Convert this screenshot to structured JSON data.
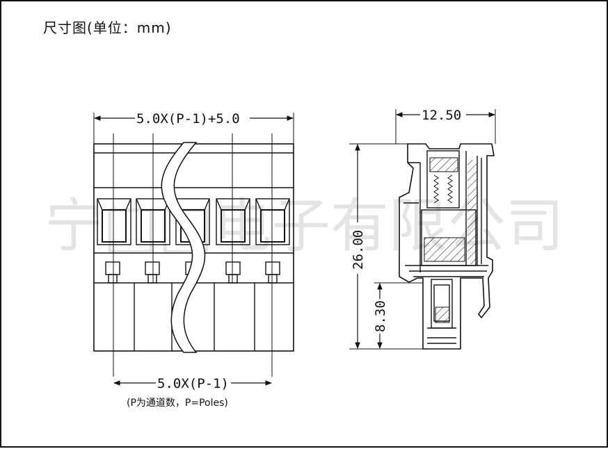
{
  "title": "尺寸图(单位：mm)",
  "watermark": "宁□□电子有限公司",
  "front_view": {
    "top_dimension": "5.0X(P-1)+5.0",
    "bottom_dimension": "5.0X(P-1)",
    "note": "(P为通道数，P=Poles)"
  },
  "side_view": {
    "width_dimension": "12.50",
    "height_dimension": "26.00",
    "lower_dimension": "8.30"
  },
  "colors": {
    "line": "#111111",
    "watermark": "#cfcfcf"
  }
}
